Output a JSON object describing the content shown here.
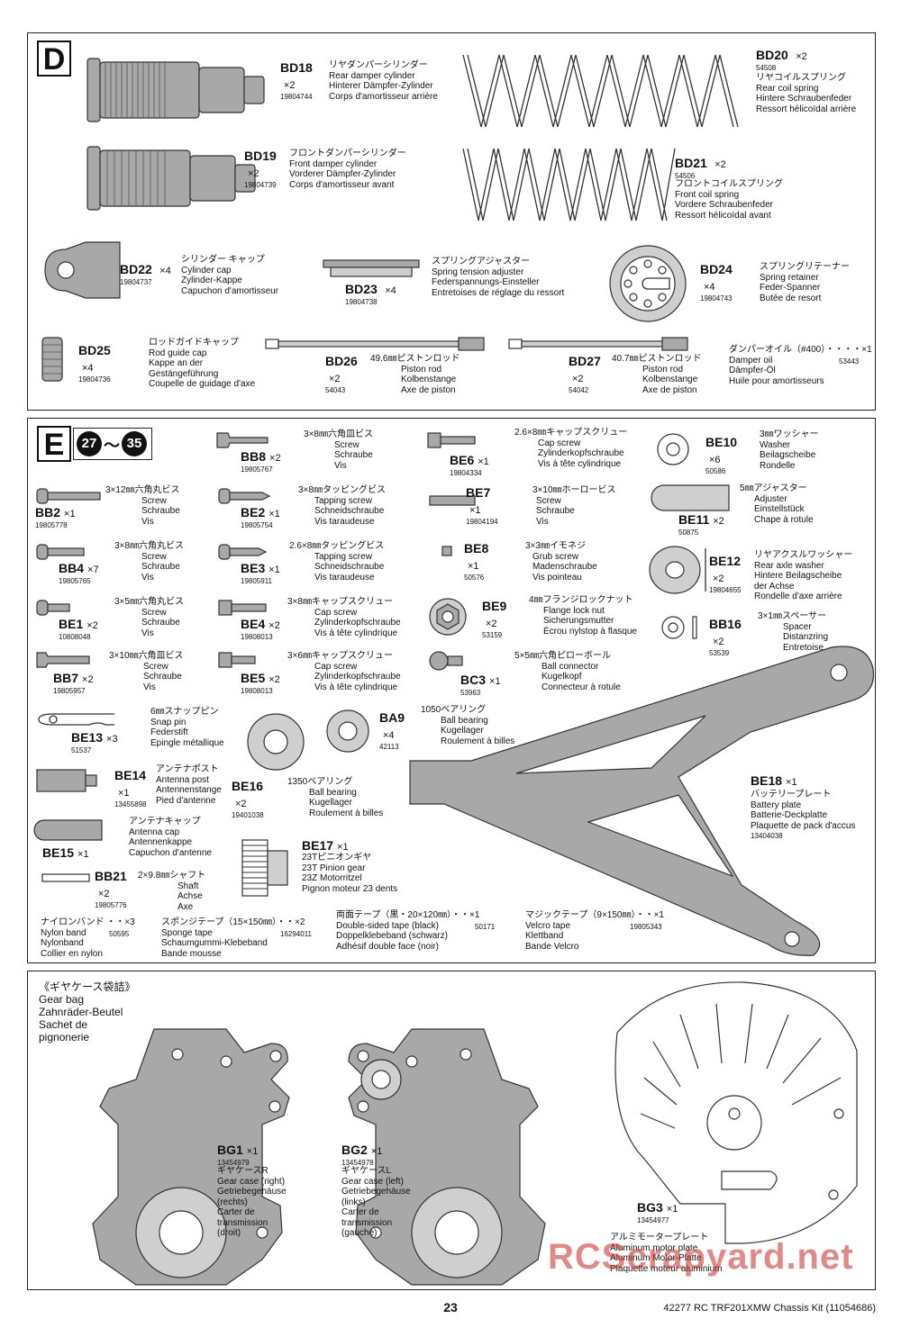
{
  "sectionD": {
    "letter": "D",
    "parts": [
      {
        "id": "BD18",
        "code": "BD18",
        "qty": "×2",
        "num": "19804744",
        "names": [
          "リヤダンパーシリンダー",
          "Rear damper cylinder",
          "Hinterer Dämpfer-Zylinder",
          "Corps d'amortisseur arrière"
        ]
      },
      {
        "id": "BD19",
        "code": "BD19",
        "qty": "×2",
        "num": "19804739",
        "names": [
          "フロントダンパーシリンダー",
          "Front damper cylinder",
          "Vorderer Dämpfer-Zylinder",
          "Corps d'amortisseur avant"
        ]
      },
      {
        "id": "BD20",
        "code": "BD20",
        "qty": "×2",
        "num": "54508",
        "names": [
          "リヤコイルスプリング",
          "Rear coil spring",
          "Hintere Schraubenfeder",
          "Ressort hélicoïdal arrière"
        ]
      },
      {
        "id": "BD21",
        "code": "BD21",
        "qty": "×2",
        "num": "54506",
        "names": [
          "フロントコイルスプリング",
          "Front coil spring",
          "Vordere Schraubenfeder",
          "Ressort hélicoïdal avant"
        ]
      },
      {
        "id": "BD22",
        "code": "BD22",
        "qty": "×4",
        "num": "19804737",
        "names": [
          "シリンダー キャップ",
          "Cylinder cap",
          "Zylinder-Kappe",
          "Capuchon d'amortisseur"
        ]
      },
      {
        "id": "BD23",
        "code": "BD23",
        "qty": "×4",
        "num": "19804738",
        "names": [
          "スプリングアジャスター",
          "Spring tension adjuster",
          "Federspannungs-Einsteller",
          "Entretoises de réglage du ressort"
        ]
      },
      {
        "id": "BD24",
        "code": "BD24",
        "qty": "×4",
        "num": "19804743",
        "names": [
          "スプリングリテーナー",
          "Spring retainer",
          "Feder-Spanner",
          "Butée de resort"
        ]
      },
      {
        "id": "BD25",
        "code": "BD25",
        "qty": "×4",
        "num": "19804736",
        "names": [
          "ロッドガイドキャップ",
          "Rod guide cap",
          "Kappe an der",
          "Gestängeführung",
          "Coupelle de guidage d'axe"
        ]
      },
      {
        "id": "BD26",
        "code": "BD26",
        "qty": "×2",
        "num": "54043",
        "size": "49.6㎜ピストンロッド",
        "names": [
          "Piston rod",
          "Kolbenstange",
          "Axe de piston"
        ]
      },
      {
        "id": "BD27",
        "code": "BD27",
        "qty": "×2",
        "num": "54042",
        "size": "40.7㎜ピストンロッド",
        "names": [
          "Piston rod",
          "Kolbenstange",
          "Axe de piston"
        ]
      },
      {
        "id": "oil",
        "title": "ダンパーオイル（#400）・・・・×1",
        "num": "53443",
        "names": [
          "Damper oil",
          "Dämpfer-Öl",
          "Huile pour amortisseurs"
        ]
      }
    ]
  },
  "sectionE": {
    "letter": "E",
    "step_from": "27",
    "step_to": "35",
    "tilde": "～",
    "parts": [
      {
        "id": "BB8",
        "code": "BB8",
        "qty": "×2",
        "num": "19805767",
        "names": [
          "3×8㎜六角皿ビス",
          "Screw",
          "Schraube",
          "Vis"
        ]
      },
      {
        "id": "BE6",
        "code": "BE6",
        "qty": "×1",
        "num": "19804334",
        "names": [
          "2.6×8㎜キャップスクリュー",
          "Cap screw",
          "Zylinderkopfschraube",
          "Vis à tête cylindrique"
        ]
      },
      {
        "id": "BE10",
        "code": "BE10",
        "qty": "×6",
        "num": "50586",
        "names": [
          "3㎜ワッシャー",
          "Washer",
          "Beilagscheibe",
          "Rondelle"
        ]
      },
      {
        "id": "BB2",
        "code": "BB2",
        "qty": "×1",
        "num": "19805778",
        "names": [
          "3×12㎜六角丸ビス",
          "Screw",
          "Schraube",
          "Vis"
        ]
      },
      {
        "id": "BE2",
        "code": "BE2",
        "qty": "×1",
        "num": "19805754",
        "names": [
          "3×8㎜タッピングビス",
          "Tapping screw",
          "Schneidschraube",
          "Vis taraudeuse"
        ]
      },
      {
        "id": "BE7",
        "code": "BE7",
        "qty": "×1",
        "num": "19804194",
        "names": [
          "3×10㎜ホーロービス",
          "Screw",
          "Schraube",
          "Vis"
        ]
      },
      {
        "id": "BE11",
        "code": "BE11",
        "qty": "×2",
        "num": "50875",
        "names": [
          "5㎜アジャスター",
          "Adjuster",
          "Einstellstück",
          "Chape à rotule"
        ]
      },
      {
        "id": "BB4",
        "code": "BB4",
        "qty": "×7",
        "num": "19805765",
        "names": [
          "3×8㎜六角丸ビス",
          "Screw",
          "Schraube",
          "Vis"
        ]
      },
      {
        "id": "BE3",
        "code": "BE3",
        "qty": "×1",
        "num": "19805911",
        "names": [
          "2.6×8㎜タッピングビス",
          "Tapping screw",
          "Schneidschraube",
          "Vis taraudeuse"
        ]
      },
      {
        "id": "BE8",
        "code": "BE8",
        "qty": "×1",
        "num": "50576",
        "names": [
          "3×3㎜イモネジ",
          "Grub screw",
          "Madenschraube",
          "Vis pointeau"
        ]
      },
      {
        "id": "BE12",
        "code": "BE12",
        "qty": "×2",
        "num": "19804655",
        "names": [
          "リヤアクスルワッシャー",
          "Rear axle washer",
          "Hintere Beilagscheibe",
          "der Achse",
          "Rondelle d'axe arrière"
        ]
      },
      {
        "id": "BE1",
        "code": "BE1",
        "qty": "×2",
        "num": "10808048",
        "names": [
          "3×5㎜六角丸ビス",
          "Screw",
          "Schraube",
          "Vis"
        ]
      },
      {
        "id": "BE4",
        "code": "BE4",
        "qty": "×2",
        "num": "19808013",
        "names": [
          "3×8㎜キャップスクリュー",
          "Cap screw",
          "Zylinderkopfschraube",
          "Vis à tête cylindrique"
        ]
      },
      {
        "id": "BE9",
        "code": "BE9",
        "qty": "×2",
        "num": "53159",
        "names": [
          "4㎜フランジロックナット",
          "Flange lock nut",
          "Sicherungsmutter",
          "Écrou nylstop à flasque"
        ]
      },
      {
        "id": "BB16",
        "code": "BB16",
        "qty": "×2",
        "num": "53539",
        "names": [
          "3×1㎜スペーサー",
          "Spacer",
          "Distanzring",
          "Entretoise"
        ]
      },
      {
        "id": "BB7",
        "code": "BB7",
        "qty": "×2",
        "num": "19805957",
        "names": [
          "3×10㎜六角皿ビス",
          "Screw",
          "Schraube",
          "Vis"
        ]
      },
      {
        "id": "BE5",
        "code": "BE5",
        "qty": "×2",
        "num": "19808013",
        "names": [
          "3×6㎜キャップスクリュー",
          "Cap screw",
          "Zylinderkopfschraube",
          "Vis à tête cylindrique"
        ]
      },
      {
        "id": "BC3",
        "code": "BC3",
        "qty": "×1",
        "num": "53963",
        "names": [
          "5×5㎜六角ピローボール",
          "Ball connector",
          "Kugelkopf",
          "Connecteur à rotule"
        ]
      },
      {
        "id": "BE13",
        "code": "BE13",
        "qty": "×3",
        "num": "51537",
        "names": [
          "6㎜スナップピン",
          "Snap pin",
          "Federstift",
          "Epingle métallique"
        ]
      },
      {
        "id": "BA9",
        "code": "BA9",
        "qty": "×4",
        "num": "42113",
        "names": [
          "1050ベアリング",
          "Ball bearing",
          "Kugellager",
          "Roulement à billes"
        ]
      },
      {
        "id": "BE14",
        "code": "BE14",
        "qty": "×1",
        "num": "13455898",
        "names": [
          "アンテナポスト",
          "Antenna post",
          "Antennenstange",
          "Pied d'antenne"
        ]
      },
      {
        "id": "BE16",
        "code": "BE16",
        "qty": "×2",
        "num": "19401038",
        "names": [
          "1350ベアリング",
          "Ball bearing",
          "Kugellager",
          "Roulement à billes"
        ]
      },
      {
        "id": "BE18",
        "code": "BE18",
        "qty": "×1",
        "num": "13404038",
        "names": [
          "バッテリープレート",
          "Battery plate",
          "Batterie-Deckplatte",
          "Plaquette de pack d'accus"
        ]
      },
      {
        "id": "BE15",
        "code": "BE15",
        "qty": "×1",
        "num": "",
        "names": [
          "アンテナキャップ",
          "Antenna cap",
          "Antennenkappe",
          "Capuchon d'antenne"
        ]
      },
      {
        "id": "BE17",
        "code": "BE17",
        "qty": "×1",
        "num": "",
        "names": [
          "23Tピニオンギヤ",
          "23T Pinion gear",
          "23Z Motorritzel",
          "Pignon moteur 23 dents"
        ]
      },
      {
        "id": "BB21",
        "code": "BB21",
        "qty": "×2",
        "num": "19805776",
        "names": [
          "2×9.8㎜シャフト",
          "Shaft",
          "Achse",
          "Axe"
        ]
      }
    ],
    "tapes": [
      {
        "id": "nylon",
        "title": "ナイロンバンド ・・×3",
        "num": "50595",
        "names": [
          "Nylon band",
          "Nylonband",
          "Collier en nylon"
        ]
      },
      {
        "id": "sponge",
        "title": "スポンジテープ（15×150㎜）・・×2",
        "num": "16294011",
        "names": [
          "Sponge tape",
          "Schaumgummi-Klebeband",
          "Bande mousse"
        ]
      },
      {
        "id": "doubletape",
        "title": "両面テープ（黒・20×120㎜）・・×1",
        "num": "50171",
        "names": [
          "Double-sided tape (black)",
          "Doppelklebeband (schwarz)",
          "Adhésif double face (noir)"
        ]
      },
      {
        "id": "velcro",
        "title": "マジックテープ（9×150㎜）・・×1",
        "num": "19805343",
        "names": [
          "Velcro tape",
          "Klettband",
          "Bande Velcro"
        ]
      }
    ]
  },
  "sectionG": {
    "bag_title": "《ギヤケース袋詰》",
    "bag_names": [
      "Gear bag",
      "Zahnräder-Beutel",
      "Sachet de",
      "pignonerie"
    ],
    "parts": [
      {
        "id": "BG1",
        "code": "BG1",
        "qty": "×1",
        "num": "13454979",
        "names": [
          "ギヤケースR",
          "Gear case (right)",
          "Getriebegehäuse",
          "(rechts)",
          "Carter de",
          "transmission",
          "(droit)"
        ]
      },
      {
        "id": "BG2",
        "code": "BG2",
        "qty": "×1",
        "num": "13454978",
        "names": [
          "ギヤケースL",
          "Gear case (left)",
          "Getriebegehäuse",
          "(links)",
          "Carter de",
          "transmission",
          "(gauche)"
        ]
      },
      {
        "id": "BG3",
        "code": "BG3",
        "qty": "×1",
        "num": "13454977",
        "names": [
          "アルミモータープレート",
          "Aluminum motor plate",
          "Aluminum Motor-Platte",
          "Plaquette moteur aluminium"
        ]
      }
    ]
  },
  "footer": {
    "page": "23",
    "title": "42277  RC TRF201XMW Chassis Kit (11054686)"
  },
  "watermark": "RCScrapyard.net"
}
